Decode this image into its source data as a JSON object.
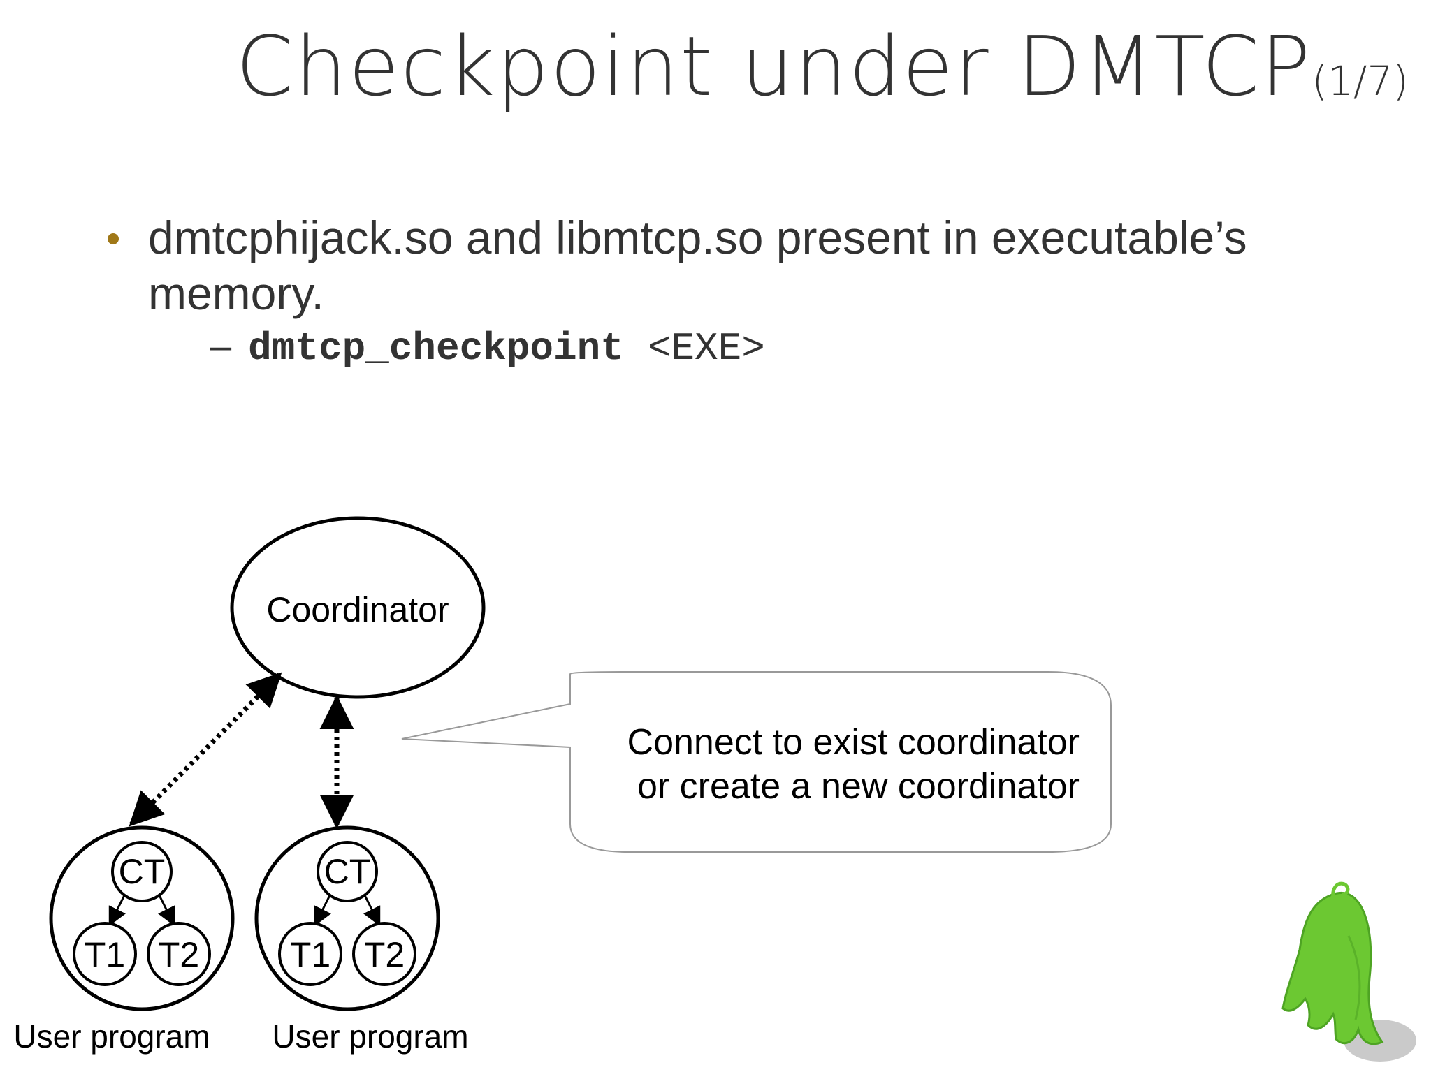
{
  "title": {
    "main": "Checkpoint under DMTCP",
    "page": "(1/7)"
  },
  "bullet": {
    "text": "dmtcphijack.so and libmtcp.so present in executable’s memory.",
    "sub": {
      "dash": "–",
      "command": "dmtcp_checkpoint",
      "arg": "<EXE>"
    }
  },
  "diagram": {
    "coordinator": "Coordinator",
    "callout": {
      "line1": "Connect to exist coordinator",
      "line2": "or create a new coordinator"
    },
    "programs": [
      {
        "ct": "CT",
        "t1": "T1",
        "t2": "T2",
        "label": "User program"
      },
      {
        "ct": "CT",
        "t1": "T1",
        "t2": "T2",
        "label": "User program"
      }
    ]
  },
  "mascot": {
    "icon": "green-ghost-mascot-icon",
    "color": "#6cc832"
  }
}
